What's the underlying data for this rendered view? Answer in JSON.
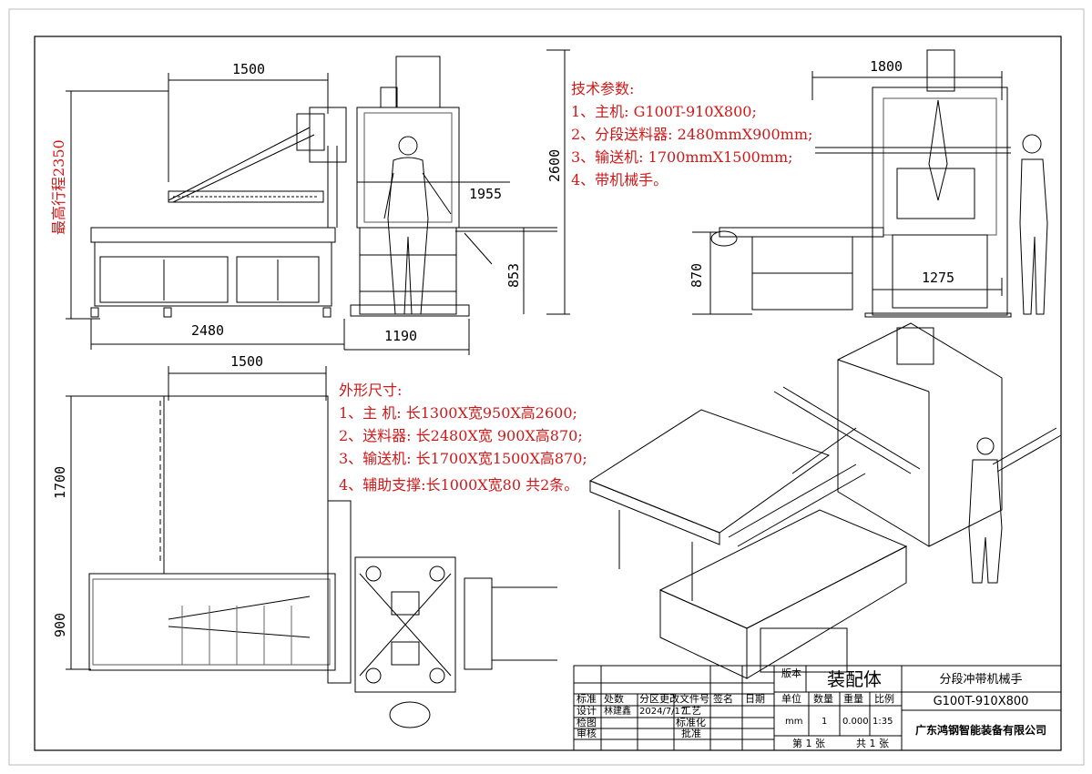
{
  "specs": {
    "title": "技术参数:",
    "lines": [
      "1、主机: G100T-910X800;",
      "2、分段送料器: 2480mmX900mm;",
      "3、输送机: 1700mmX1500mm;",
      "4、带机械手。"
    ]
  },
  "outline": {
    "title": "外形尺寸:",
    "lines": [
      "1、主  机:  长1300X宽950X高2600;",
      "2、送料器:  长2480X宽 900X高870;",
      "3、输送机:  长1700X宽1500X高870;",
      "4、辅助支撑:长1000X宽80  共2条。"
    ]
  },
  "dimensions": {
    "front_top": "1500",
    "front_max_stroke": "最高行程2350",
    "front_mid": "1955",
    "front_height": "2600",
    "front_feed_height": "853",
    "front_length": "2480",
    "front_base": "1190",
    "side_top": "1800",
    "side_height": "870",
    "side_base": "1275",
    "plan_top": "1500",
    "plan_left_upper": "1700",
    "plan_left_lower": "900"
  },
  "title_block": {
    "version_label": "版本",
    "assembly": "装配体",
    "product_name": "分段冲带机械手",
    "model": "G100T-910X800",
    "company": "广东鸿钢智能装备有限公司",
    "rev_headers": [
      "标准",
      "处数",
      "分区",
      "更改文件号",
      "签名",
      "日期"
    ],
    "design_label": "设计",
    "designer": "林建鑫",
    "design_date": "2024/7/17",
    "craft_label": "工艺",
    "check_label": "检图",
    "standardize_label": "标准化",
    "review_label": "审核",
    "approve_label": "批准",
    "unit_label": "单位",
    "qty_label": "数量",
    "weight_label": "重量",
    "scale_label": "比例",
    "unit_value": "mm",
    "qty_value": "1",
    "weight_value": "0.000",
    "scale_value": "1:35",
    "sheet_no": "第 1 张",
    "sheet_total": "共 1 张"
  },
  "colors": {
    "line": "#000000",
    "annotation": "#d01818",
    "detail": "#555555"
  }
}
